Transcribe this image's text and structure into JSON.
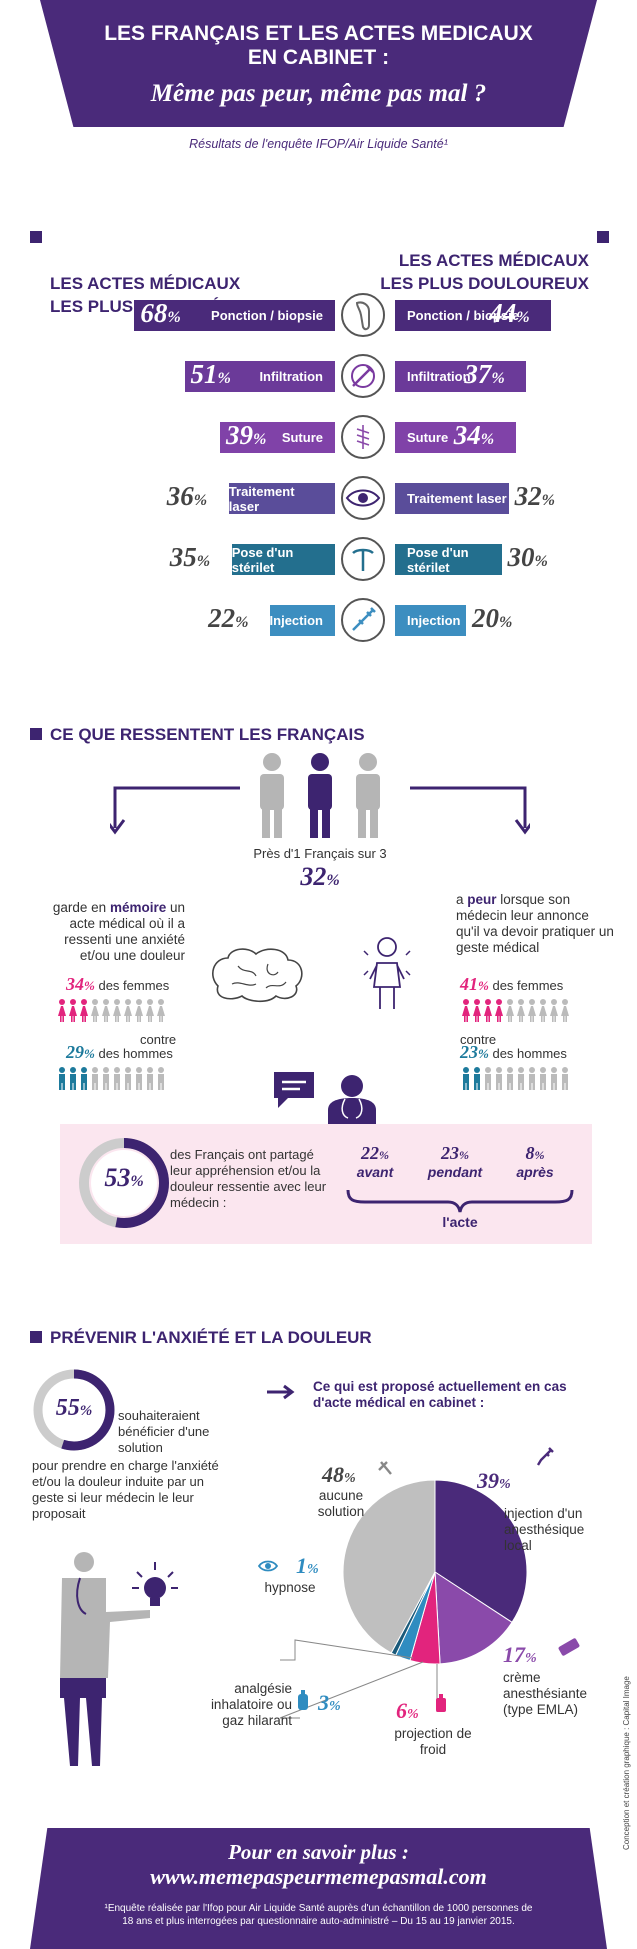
{
  "header": {
    "title": "LES FRANÇAIS ET LES ACTES MEDICAUX\nEN CABINET :",
    "subtitle": "Même pas peur, même pas mal ?",
    "survey": "Résultats de l'enquête IFOP/Air Liquide Santé¹"
  },
  "section1": {
    "left_title": "LES ACTES MÉDICAUX\nLES PLUS REDOUTÉS",
    "right_title": "LES ACTES MÉDICAUX\nLES PLUS DOULOUREUX",
    "rows": [
      {
        "label": "Ponction / biopsie",
        "feared": 68,
        "feared_text": "68",
        "painful": 44,
        "painful_text": "44",
        "icon": "biopsy-icon"
      },
      {
        "label": "Infiltration",
        "feared": 51,
        "feared_text": "51",
        "painful": 37,
        "painful_text": "37",
        "icon": "infiltration-icon"
      },
      {
        "label": "Suture",
        "feared": 39,
        "feared_text": "39",
        "painful": 34,
        "painful_text": "34",
        "icon": "suture-icon"
      },
      {
        "label": "Traitement laser",
        "feared": 36,
        "feared_text": "36",
        "painful": 32,
        "painful_text": "32",
        "icon": "eye-icon"
      },
      {
        "label": "Pose d'un stérilet",
        "feared": 35,
        "feared_text": "35",
        "painful": 30,
        "painful_text": "30",
        "icon": "iud-icon"
      },
      {
        "label": "Injection",
        "feared": 22,
        "feared_text": "22",
        "painful": 20,
        "painful_text": "20",
        "icon": "syringe-icon"
      }
    ],
    "colors": [
      "#4a2a7a",
      "#6b3a99",
      "#8042a8",
      "#5a4d9a",
      "#236f8e",
      "#3c8ec0"
    ],
    "pct_sign": "%"
  },
  "section2": {
    "title": "CE QUE RESSENTENT LES FRANÇAIS",
    "near_text": "Près d'1 Français sur 3",
    "near_pct": "32",
    "memory_pre": "garde en ",
    "memory_word": "mémoire",
    "memory_post": " un acte médical où il a ressenti une anxiété et/ou une douleur",
    "fear_pre": "a ",
    "fear_word": "peur",
    "fear_post": " lorsque son médecin leur annonce qu'il va devoir pratiquer un geste médical",
    "left_women_pct": "34",
    "left_women_fraction": 0.34,
    "women_label": "des femmes",
    "contre": "contre",
    "left_men_pct": "29",
    "left_men_fraction": 0.29,
    "men_label": "des hommes",
    "right_women_pct": "41",
    "right_women_fraction": 0.41,
    "right_men_pct": "23",
    "right_men_fraction": 0.23,
    "shared_pct": "53",
    "shared_fraction": 0.53,
    "shared_text": "des Français ont partagé leur appréhension et/ou la douleur ressentie avec leur médecin :",
    "timing": [
      {
        "pct": "22",
        "label": "avant"
      },
      {
        "pct": "23",
        "label": "pendant"
      },
      {
        "pct": "8",
        "label": "après"
      }
    ],
    "act_label": "l'acte",
    "colors": {
      "women": "#e2247d",
      "men": "#1d7a9c",
      "inactive": "#bbbbbb"
    }
  },
  "section3": {
    "title": "PRÉVENIR L'ANXIÉTÉ ET LA DOULEUR",
    "wish_pct": "55",
    "wish_fraction": 0.55,
    "wish_text_a": "souhaiteraient bénéficier d'une solution",
    "wish_text_b": "pour prendre en charge l'anxiété et/ou la douleur induite par un geste si leur médecin le leur proposait",
    "proposed_title": "Ce qui est proposé actuellement en cas d'acte médical en cabinet :"
  },
  "chart_data": {
    "type": "pie",
    "title": "Ce qui est proposé actuellement en cas d'acte médical en cabinet :",
    "slices": [
      {
        "label": "injection d'un anesthésique local",
        "value": 39,
        "value_text": "39",
        "color": "#4a2a7a"
      },
      {
        "label": "crème anesthésiante (type EMLA)",
        "value": 17,
        "value_text": "17",
        "color": "#8a4aaa"
      },
      {
        "label": "projection de froid",
        "value": 6,
        "value_text": "6",
        "color": "#e2247d"
      },
      {
        "label": "analgésie inhalatoire ou gaz hilarant",
        "value": 3,
        "value_text": "3",
        "color": "#2f8cc0"
      },
      {
        "label": "hypnose",
        "value": 1,
        "value_text": "1",
        "color": "#1a5a7a"
      },
      {
        "label": "aucune solution",
        "value": 48,
        "value_text": "48",
        "color": "#bfbfbf"
      }
    ]
  },
  "footer": {
    "more": "Pour en savoir plus :",
    "url": "www.memepaspeurmemepasmal.com",
    "note": "¹Enquête réalisée par l'Ifop pour Air Liquide Santé auprès d'un échantillon de 1000 personnes de 18 ans et plus interrogées par questionnaire auto-administré – Du 15 au 19 janvier 2015.",
    "credit": "Conception et création graphique : Capital Image",
    "bg": "#4a2a7a"
  }
}
